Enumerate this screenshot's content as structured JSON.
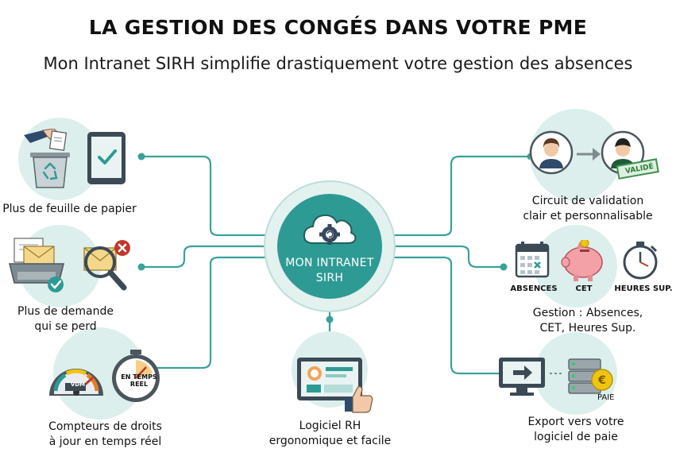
{
  "header": {
    "title": "LA GESTION DES CONGÉS DANS VOTRE PME",
    "subtitle": "Mon Intranet SIRH simplifie drastiquement votre gestion des absences"
  },
  "hub": {
    "line1": "MON INTRANET",
    "line2": "SIRH"
  },
  "features": {
    "paper": {
      "line1": "Plus de feuille de papier"
    },
    "lost": {
      "line1": "Plus de demande",
      "line2": "qui se perd"
    },
    "counters": {
      "line1": "Compteurs de droits",
      "line2": "à jour en temps réel",
      "gauge_text": "VDM",
      "clock_text1": "EN TEMPS",
      "clock_text2": "REEL"
    },
    "software": {
      "line1": "Logiciel RH",
      "line2": "ergonomique et facile"
    },
    "validation": {
      "line1": "Circuit de validation",
      "line2": "clair et personnalisable",
      "stamp": "VALIDÉ"
    },
    "management": {
      "line1": "Gestion : Absences,",
      "line2": "CET, Heures Sup.",
      "tag_absences": "ABSENCES",
      "tag_cet": "CET",
      "tag_heures": "HEURES SUP."
    },
    "export": {
      "line1": "Export vers votre",
      "line2": "logiciel de paie",
      "tag_paie": "PAIE"
    }
  },
  "colors": {
    "teal": "#2e9a94",
    "teal_light": "#e3f1ef",
    "teal_dark": "#1f7d77",
    "connector": "#3aa19a"
  },
  "icons": [
    "hand-document-icon",
    "recycle-bin-icon",
    "tablet-check-icon",
    "inbox-tray-icon",
    "envelope-search-icon",
    "speedometer-icon",
    "stopwatch-icon",
    "laptop-ui-icon",
    "thumbs-up-icon",
    "user-avatar-icon",
    "approver-avatar-icon",
    "calendar-icon",
    "piggy-bank-icon",
    "timer-icon",
    "monitor-arrow-icon",
    "server-euro-icon",
    "cloud-gear-icon"
  ]
}
